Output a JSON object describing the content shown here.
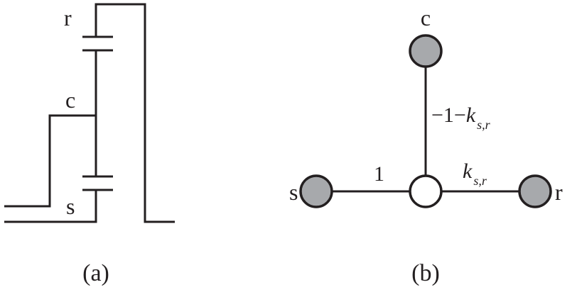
{
  "panel_a": {
    "caption": "(a)",
    "labels": {
      "ring": "r",
      "carrier": "c",
      "sun": "s"
    }
  },
  "panel_b": {
    "caption": "(b)",
    "nodes": {
      "carrier": "c",
      "sun": "s",
      "ring": "r"
    },
    "edges": {
      "sun_weight": "1",
      "ring_weight_main": "k",
      "ring_weight_sub": "s,r",
      "carrier_weight_main": "−1−k",
      "carrier_weight_sub": "s,r"
    },
    "colors": {
      "outer_node": "#a7a9ac",
      "center_node": "#ffffff",
      "line": "#231f20"
    }
  }
}
